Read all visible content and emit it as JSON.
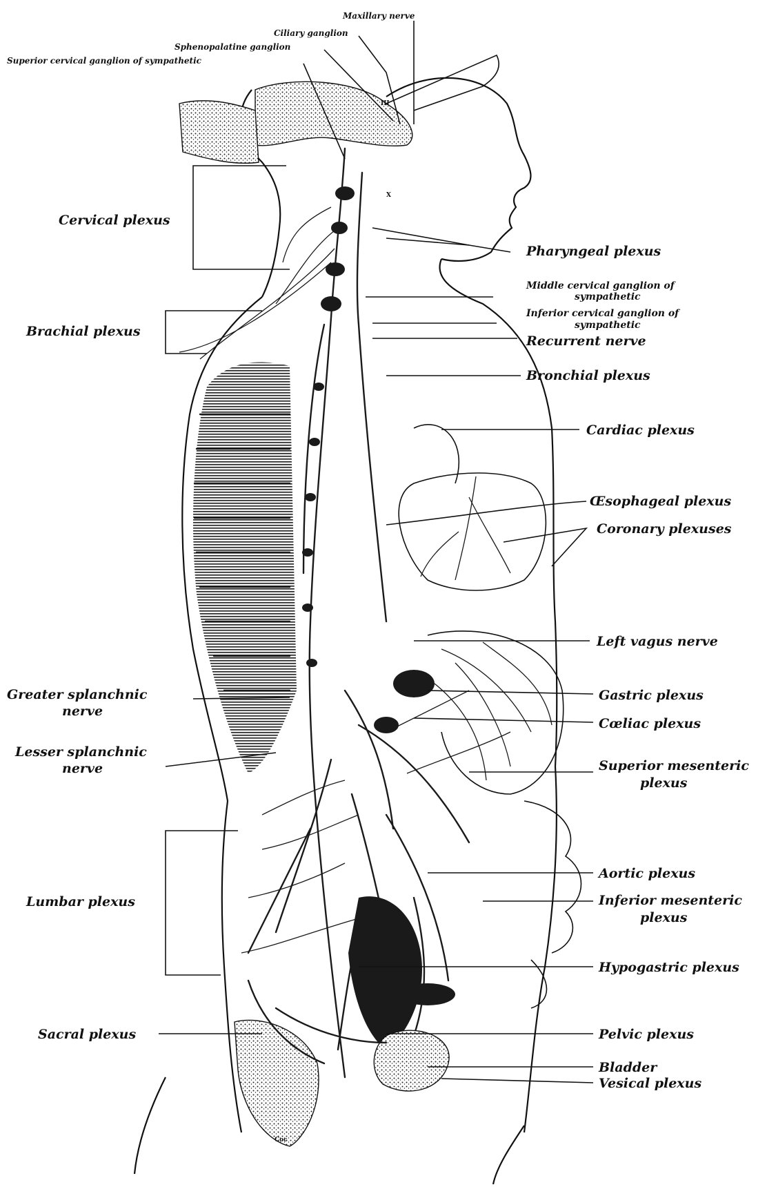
{
  "labels": {
    "maxillary": "Maxillary nerve",
    "ciliary": "Ciliary ganglion",
    "sphenopalatine": "Sphenopalatine ganglion",
    "superior_cervical": "Superior cervical ganglion of sympathetic",
    "cervical_plexus": "Cervical plexus",
    "pharyngeal": "Pharyngeal plexus",
    "middle_cervical_1": "Middle cervical ganglion of",
    "middle_cervical_2": "sympathetic",
    "inferior_cervical_1": "Inferior cervical ganglion of",
    "inferior_cervical_2": "sympathetic",
    "brachial_plexus": "Brachial plexus",
    "recurrent": "Recurrent nerve",
    "bronchial": "Bronchial plexus",
    "cardiac": "Cardiac plexus",
    "oesophageal": "Œsophageal plexus",
    "coronary": "Coronary plexuses",
    "left_vagus": "Left vagus nerve",
    "greater_splanchnic_1": "Greater splanchnic",
    "greater_splanchnic_2": "nerve",
    "gastric": "Gastric plexus",
    "coeliac": "Cœliac plexus",
    "lesser_splanchnic_1": "Lesser splanchnic",
    "lesser_splanchnic_2": "nerve",
    "superior_mesenteric_1": "Superior mesenteric",
    "superior_mesenteric_2": "plexus",
    "aortic": "Aortic plexus",
    "lumbar_plexus": "Lumbar plexus",
    "inferior_mesenteric_1": "Inferior mesenteric",
    "inferior_mesenteric_2": "plexus",
    "hypogastric": "Hypogastric plexus",
    "sacral_plexus": "Sacral plexus",
    "pelvic": "Pelvic plexus",
    "bladder": "Bladder",
    "vesical": "Vesical plexus",
    "mark_x": "X",
    "mark_iii": "III",
    "mark_coc": "Coc"
  }
}
